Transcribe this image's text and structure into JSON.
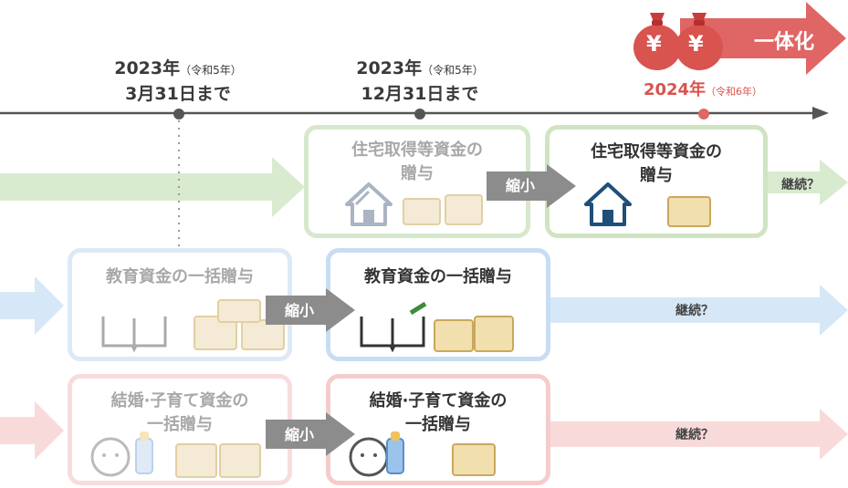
{
  "timeline": {
    "dates": [
      {
        "year": "2023年",
        "era": "（令和5年）",
        "deadline": "3月31日まで"
      },
      {
        "year": "2023年",
        "era": "（令和5年）",
        "deadline": "12月31日まで"
      }
    ],
    "unify_year": "2024年",
    "unify_era": "（令和6年）",
    "unify_label": "一体化",
    "yen_symbol": "¥"
  },
  "rows": {
    "housing": {
      "old_title": "住宅取得等資金の\n贈与",
      "new_title": "住宅取得等資金の\n贈与",
      "shrink_label": "縮小",
      "continue_label": "継続？"
    },
    "education": {
      "old_title": "教育資金の一括贈与",
      "new_title": "教育資金の一括贈与",
      "shrink_label": "縮小",
      "continue_label": "継続？"
    },
    "marriage": {
      "old_title": "結婚·子育て資金の\n一括贈与",
      "new_title": "結婚·子育て資金の\n一括贈与",
      "shrink_label": "縮小",
      "continue_label": "継続？"
    }
  },
  "colors": {
    "green_arrow": "#d9ebcf",
    "blue_arrow": "#d6e7f7",
    "pink_arrow": "#f9dada",
    "shrink_arrow": "#8c8c8c",
    "red_accent": "#d9534f",
    "unify_arrow": "#e06666",
    "timeline": "#555555"
  }
}
